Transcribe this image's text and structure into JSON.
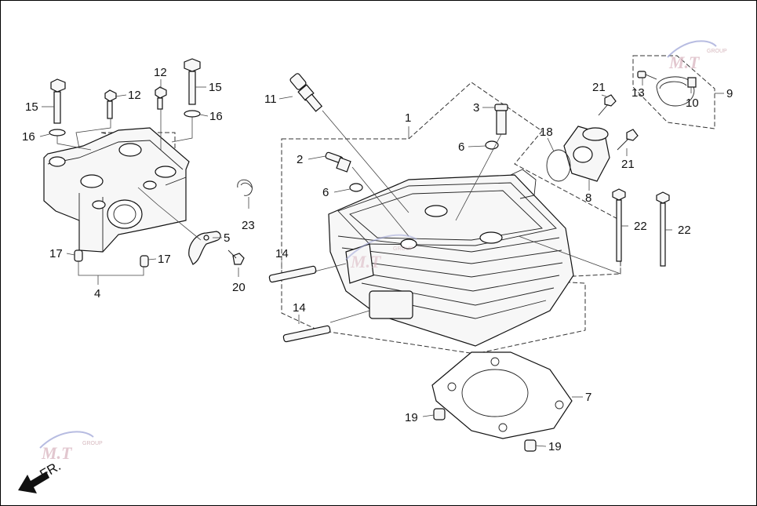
{
  "diagram": {
    "direction_label": "FR.",
    "watermark_text": "M.T",
    "watermark_subtext": "GROUP",
    "callouts": [
      {
        "id": "c1",
        "text": "1"
      },
      {
        "id": "c2",
        "text": "2"
      },
      {
        "id": "c3",
        "text": "3"
      },
      {
        "id": "c4",
        "text": "4"
      },
      {
        "id": "c5",
        "text": "5"
      },
      {
        "id": "c6a",
        "text": "6"
      },
      {
        "id": "c6b",
        "text": "6"
      },
      {
        "id": "c7",
        "text": "7"
      },
      {
        "id": "c8",
        "text": "8"
      },
      {
        "id": "c9",
        "text": "9"
      },
      {
        "id": "c10",
        "text": "10"
      },
      {
        "id": "c11",
        "text": "11"
      },
      {
        "id": "c12a",
        "text": "12"
      },
      {
        "id": "c12b",
        "text": "12"
      },
      {
        "id": "c13",
        "text": "13"
      },
      {
        "id": "c14a",
        "text": "14"
      },
      {
        "id": "c14b",
        "text": "14"
      },
      {
        "id": "c15a",
        "text": "15"
      },
      {
        "id": "c15b",
        "text": "15"
      },
      {
        "id": "c16a",
        "text": "16"
      },
      {
        "id": "c16b",
        "text": "16"
      },
      {
        "id": "c17a",
        "text": "17"
      },
      {
        "id": "c17b",
        "text": "17"
      },
      {
        "id": "c18",
        "text": "18"
      },
      {
        "id": "c19a",
        "text": "19"
      },
      {
        "id": "c19b",
        "text": "19"
      },
      {
        "id": "c20",
        "text": "20"
      },
      {
        "id": "c21a",
        "text": "21"
      },
      {
        "id": "c21b",
        "text": "21"
      },
      {
        "id": "c22a",
        "text": "22"
      },
      {
        "id": "c22b",
        "text": "22"
      },
      {
        "id": "c23",
        "text": "23"
      }
    ]
  }
}
